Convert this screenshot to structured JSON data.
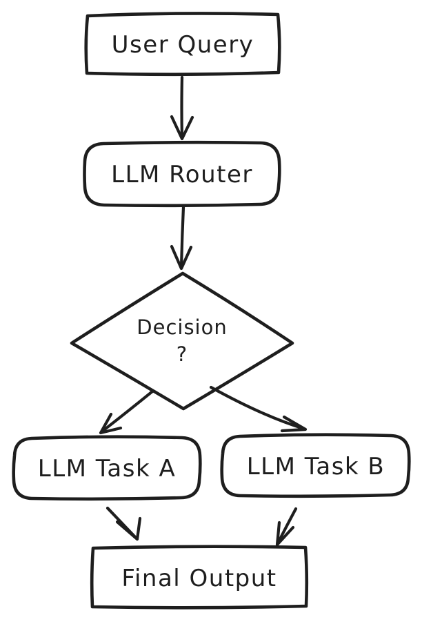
{
  "diagram": {
    "type": "flowchart",
    "style": "hand-drawn",
    "background": "#ffffff",
    "stroke_color": "#1e1e1e",
    "nodes": {
      "user_query": {
        "label": "User Query",
        "shape": "rectangle"
      },
      "llm_router": {
        "label": "LLM Router",
        "shape": "rounded-rectangle"
      },
      "decision": {
        "label": "Decision",
        "label_line2": "?",
        "shape": "diamond"
      },
      "task_a": {
        "label": "LLM Task A",
        "shape": "rounded-rectangle"
      },
      "task_b": {
        "label": "LLM Task B",
        "shape": "rounded-rectangle"
      },
      "final_output": {
        "label": "Final Output",
        "shape": "rectangle"
      }
    },
    "edges": [
      {
        "from": "user_query",
        "to": "llm_router",
        "style": "straight"
      },
      {
        "from": "llm_router",
        "to": "decision",
        "style": "straight"
      },
      {
        "from": "decision",
        "to": "task_a",
        "style": "straight"
      },
      {
        "from": "decision",
        "to": "task_b",
        "style": "curved"
      },
      {
        "from": "task_a",
        "to": "final_output",
        "style": "straight"
      },
      {
        "from": "task_b",
        "to": "final_output",
        "style": "straight"
      }
    ]
  }
}
